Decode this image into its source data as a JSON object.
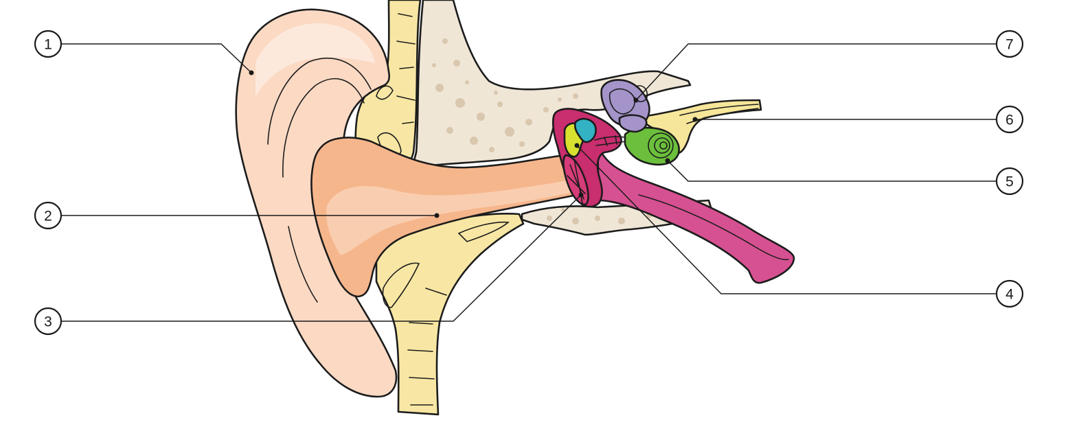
{
  "diagram": {
    "colors": {
      "outer_ear": "#fbd9c3",
      "outer_ear_light": "#fde9dc",
      "canal": "#f6b68c",
      "canal_light": "#f9cdb0",
      "bone": "#efe6d6",
      "bone_spots": "#d9c7ae",
      "cartilage": "#f8e7a4",
      "cartilage_light": "#fbf1c4",
      "eardrum": "#d63c78",
      "middle_ear": "#c92e6e",
      "eustachian_tube": "#d65191",
      "ossicle_yellow": "#d8e030",
      "ossicle_cyan": "#32b2c2",
      "cochlea": "#6cbf3c",
      "semicircular_canals": "#a494ca",
      "nerve": "#f6e69a",
      "outline": "#1c1c1c"
    },
    "markers": [
      {
        "id": "1",
        "label": "1",
        "icon": "circled-number"
      },
      {
        "id": "2",
        "label": "2",
        "icon": "circled-number"
      },
      {
        "id": "3",
        "label": "3",
        "icon": "circled-number"
      },
      {
        "id": "4",
        "label": "4",
        "icon": "circled-number"
      },
      {
        "id": "5",
        "label": "5",
        "icon": "circled-number"
      },
      {
        "id": "6",
        "label": "6",
        "icon": "circled-number"
      },
      {
        "id": "7",
        "label": "7",
        "icon": "circled-number"
      }
    ]
  }
}
